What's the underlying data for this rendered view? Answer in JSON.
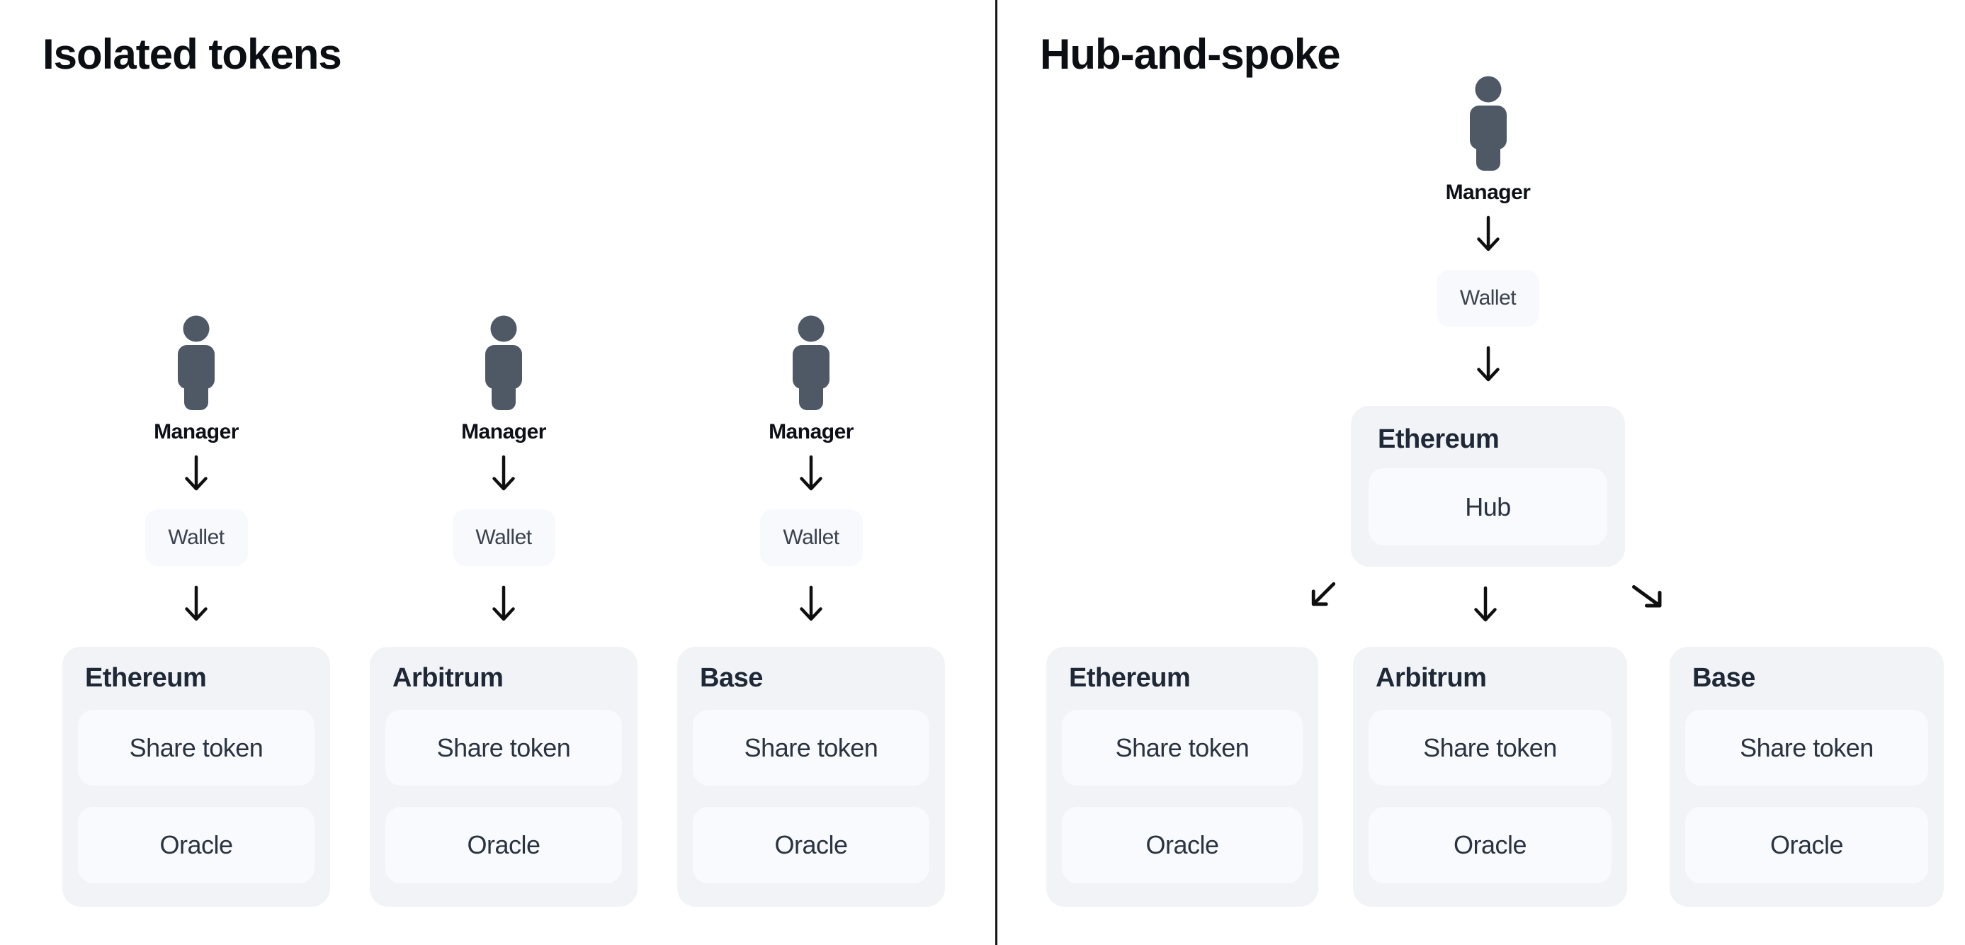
{
  "colors": {
    "background": "#ffffff",
    "divider": "#151515",
    "title_text": "#0b0e13",
    "card_title_text": "#1e2836",
    "box_text": "#2a3341",
    "wallet_text": "#3a424e",
    "manager_text": "#0d1117",
    "person": "#4e5965",
    "arrow": "#0f0f0f",
    "card_bg": "#f2f3f6",
    "inner_bg": "#f9fafd",
    "wallet_bg": "#f8f9fd"
  },
  "icons": {
    "person": "person-icon",
    "arrow_down": "arrow-down-icon",
    "arrow_down_left": "arrow-down-left-icon",
    "arrow_down_right": "arrow-down-right-icon"
  },
  "left": {
    "title": "Isolated tokens",
    "columns": [
      {
        "manager_label": "Manager",
        "wallet_label": "Wallet",
        "chain": "Ethereum",
        "items": [
          "Share token",
          "Oracle"
        ]
      },
      {
        "manager_label": "Manager",
        "wallet_label": "Wallet",
        "chain": "Arbitrum",
        "items": [
          "Share token",
          "Oracle"
        ]
      },
      {
        "manager_label": "Manager",
        "wallet_label": "Wallet",
        "chain": "Base",
        "items": [
          "Share token",
          "Oracle"
        ]
      }
    ]
  },
  "right": {
    "title": "Hub-and-spoke",
    "manager_label": "Manager",
    "wallet_label": "Wallet",
    "hub": {
      "chain": "Ethereum",
      "label": "Hub"
    },
    "chains": [
      {
        "chain": "Ethereum",
        "items": [
          "Share token",
          "Oracle"
        ]
      },
      {
        "chain": "Arbitrum",
        "items": [
          "Share token",
          "Oracle"
        ]
      },
      {
        "chain": "Base",
        "items": [
          "Share token",
          "Oracle"
        ]
      }
    ]
  }
}
